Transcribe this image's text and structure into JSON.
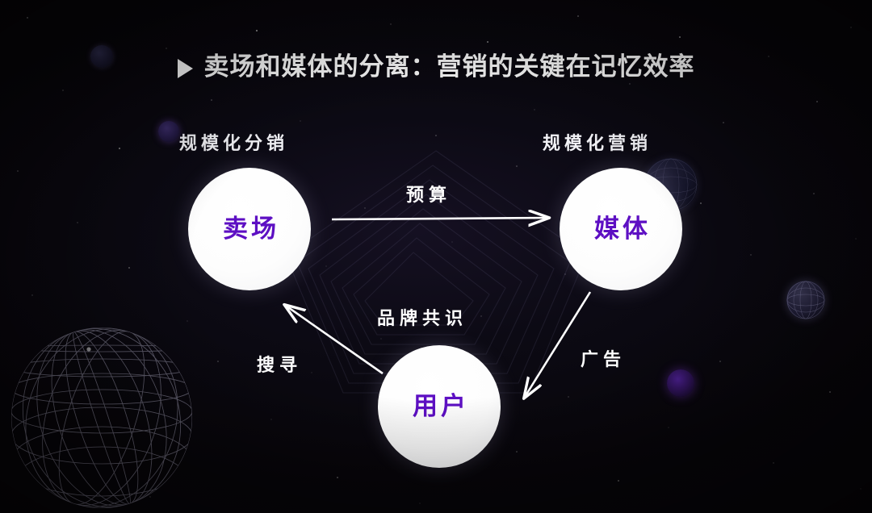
{
  "slide": {
    "background_color": "#0a0812",
    "accent_color": "#5d0fc3",
    "text_color": "#ffffff"
  },
  "title": {
    "marker": "play-triangle",
    "text": "卖场和媒体的分离：营销的关键在记忆效率"
  },
  "captions": {
    "left": "规模化分销",
    "right": "规模化营销"
  },
  "nodes": [
    {
      "id": "market",
      "label": "卖场"
    },
    {
      "id": "media",
      "label": "媒体"
    },
    {
      "id": "user",
      "label": "用户"
    }
  ],
  "edges": [
    {
      "id": "budget",
      "label": "预算",
      "from": "market",
      "to": "media"
    },
    {
      "id": "ad",
      "label": "广告",
      "from": "media",
      "to": "user"
    },
    {
      "id": "search",
      "label": "搜寻",
      "from": "user",
      "to": "market"
    },
    {
      "id": "brand",
      "label": "品牌共识"
    }
  ],
  "decor": {
    "globe": "wireframe-globe",
    "orbs": [
      "orb-topleft",
      "orb-label-left",
      "orb-media",
      "orb-right",
      "orb-violet"
    ],
    "polygon_spiral": "nested-polygon-spiral"
  }
}
